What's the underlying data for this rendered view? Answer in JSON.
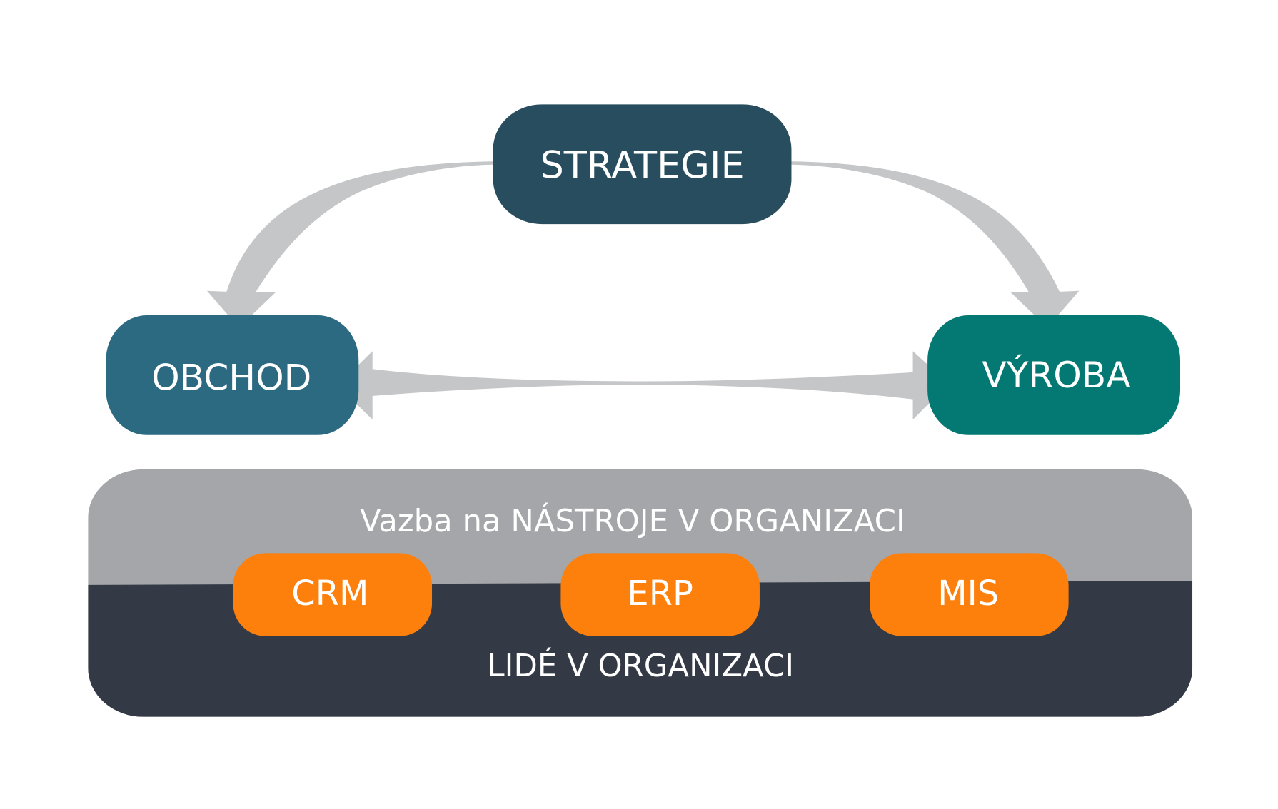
{
  "nodes": {
    "strategie": "STRATEGIE",
    "obchod": "OBCHOD",
    "vyroba": "VÝROBA"
  },
  "panel": {
    "tools_label": "Vazba na NÁSTROJE V ORGANIZACI",
    "people_label": "LIDÉ V ORGANIZACI",
    "tools": [
      "CRM",
      "ERP",
      "MIS"
    ]
  },
  "colors": {
    "strategie": "#284d5e",
    "obchod": "#2c6a82",
    "vyroba": "#047872",
    "panel_top": "#a5a6a9",
    "panel_bottom": "#333a45",
    "tool": "#fd7f0c",
    "arrow": "#c5c6c8"
  }
}
